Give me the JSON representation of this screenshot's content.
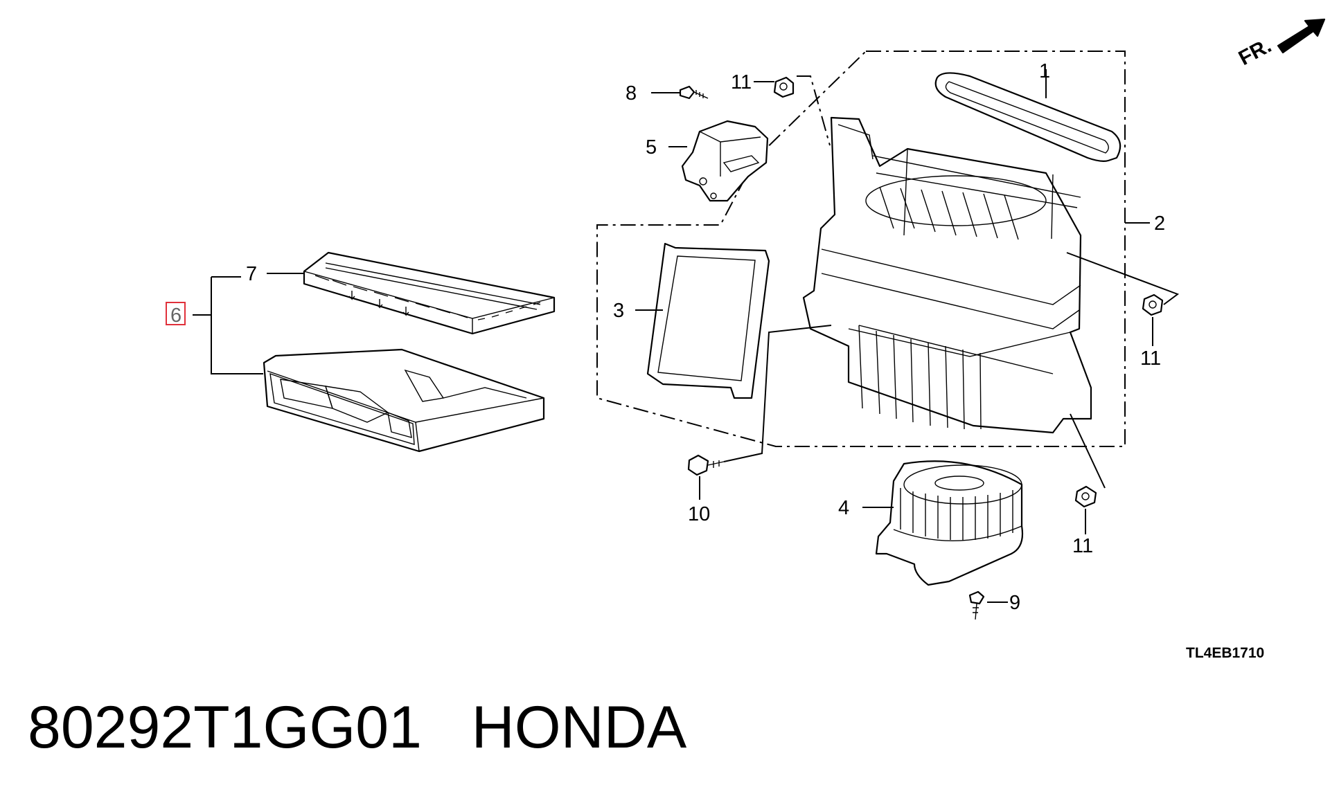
{
  "diagram": {
    "callouts": {
      "c1": "1",
      "c2": "2",
      "c3": "3",
      "c4": "4",
      "c5": "5",
      "c6": "6",
      "c7": "7",
      "c8": "8",
      "c9": "9",
      "c10": "10",
      "c11a": "11",
      "c11b": "11",
      "c11c": "11"
    },
    "direction_label": "FR.",
    "drawing_code": "TL4EB1710",
    "highlighted_callout": "6",
    "highlight_color": "#e0303a"
  },
  "caption": {
    "part_number": "80292T1GG01",
    "brand": "HONDA",
    "text": "80292T1GG01   HONDA"
  }
}
